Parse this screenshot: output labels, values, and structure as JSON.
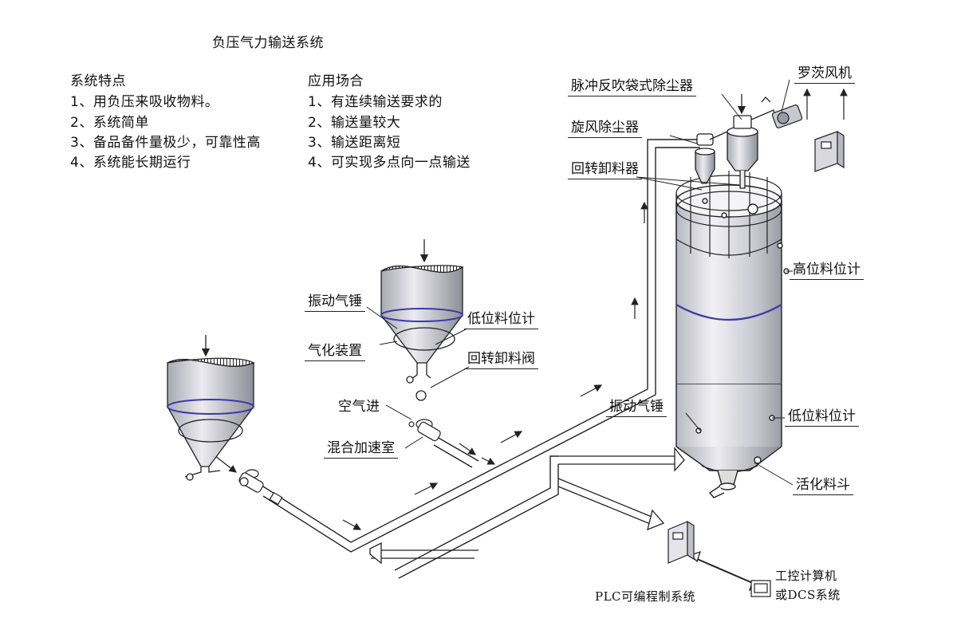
{
  "title": "负压气力输送系统",
  "features": {
    "heading": "系统特点",
    "items": [
      "1、用负压来吸收物料。",
      "2、系统简单",
      "3、备品备件量极少，可靠性高",
      "4、系统能长期运行"
    ]
  },
  "applications": {
    "heading": "应用场合",
    "items": [
      "1、有连续输送要求的",
      "2、输送量较大",
      "3、输送距离短",
      "4、可实现多点向一点输送"
    ]
  },
  "labels": {
    "roots_blower": "罗茨风机",
    "pulse_bag_filter": "脉冲反吹袋式除尘器",
    "cyclone": "旋风除尘器",
    "rotary_discharger": "回转卸料器",
    "high_level_gauge": "高位料位计",
    "vibrator_left": "振动气锤",
    "low_level_gauge_left": "低位料位计",
    "fluidizer": "气化装置",
    "rotary_valve": "回转卸料阀",
    "air_inlet": "空气进",
    "mixing_chamber": "混合加速室",
    "vibrator_right": "振动气锤",
    "low_level_gauge_right": "低位料位计",
    "activated_hopper": "活化料斗",
    "plc": "PLC可编程制系统",
    "ipc_line1": "工控计算机",
    "ipc_line2": "或DCS系统"
  },
  "colors": {
    "line": "#222222",
    "silo_light": "#e8e8ee",
    "silo_dark": "#9a9aa6",
    "band": "#3a3aa8"
  }
}
